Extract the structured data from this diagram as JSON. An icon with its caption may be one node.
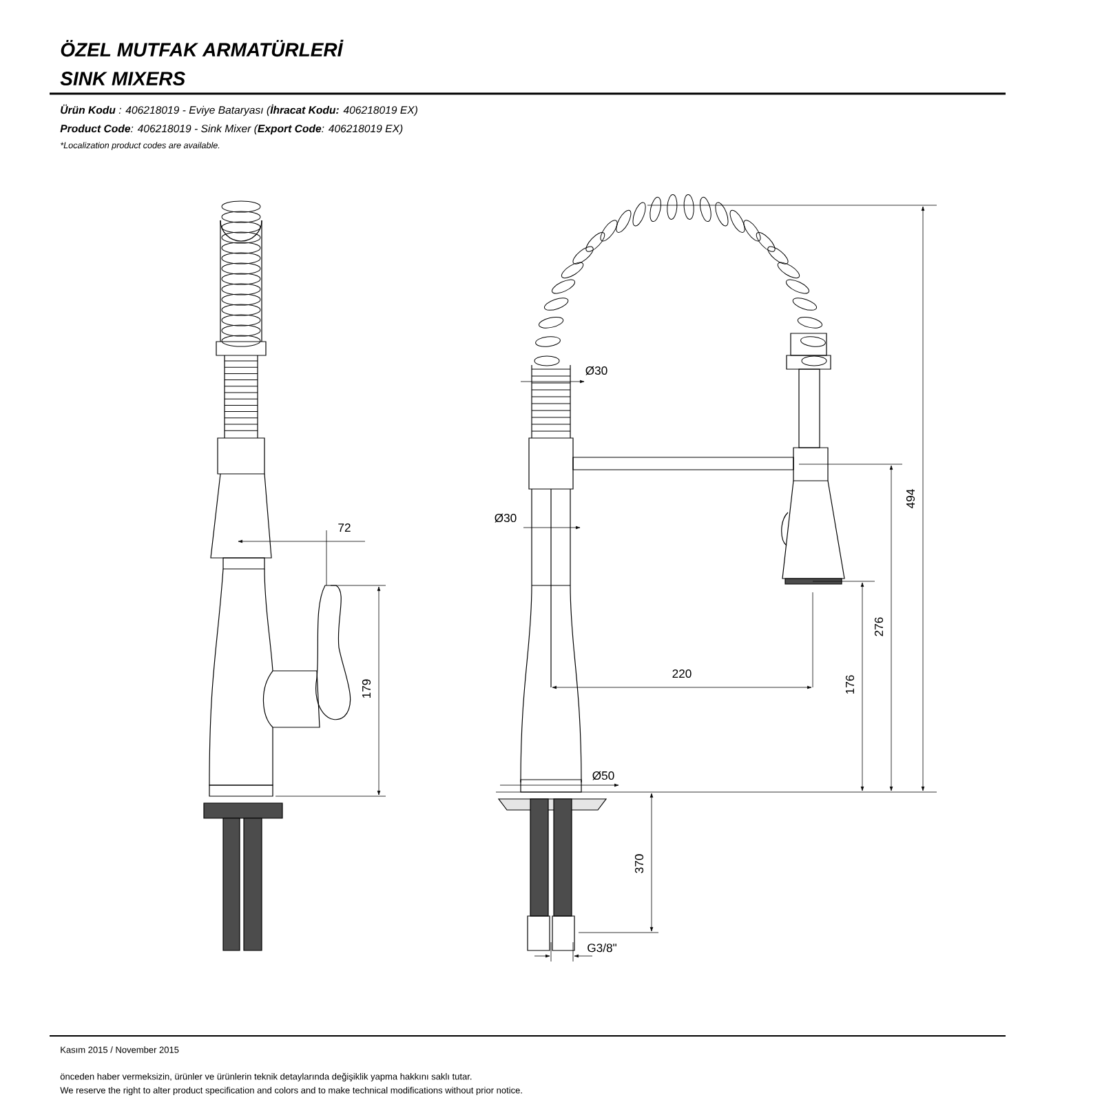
{
  "diagram": {
    "title": "ÖZEL MUTFAK ARMATÜRLERİ",
    "labels": [
      "SINK MIXERS",
      "**Ürün Kodu** : 406218019 - Eviye Bataryası (**İhracat Kodu:** 406218019 EX)",
      "**Product Code**: 406218019 - Sink Mixer (**Export Code**: 406218019 EX)",
      "*Localization product codes are available.",
      "72",
      "179",
      "Ø30",
      "Ø30",
      "220",
      "494",
      "276",
      "176",
      "Ø50",
      "370",
      "G3/8\"",
      "Kasım 2015 / November 2015",
      "önceden haber vermeksizin, ürünler ve ürünlerin teknik detaylarında değişiklik yapma hakkını saklı tutar.",
      "We reserve the right to alter product specification and colors and to make technical modifications without prior notice."
    ]
  }
}
